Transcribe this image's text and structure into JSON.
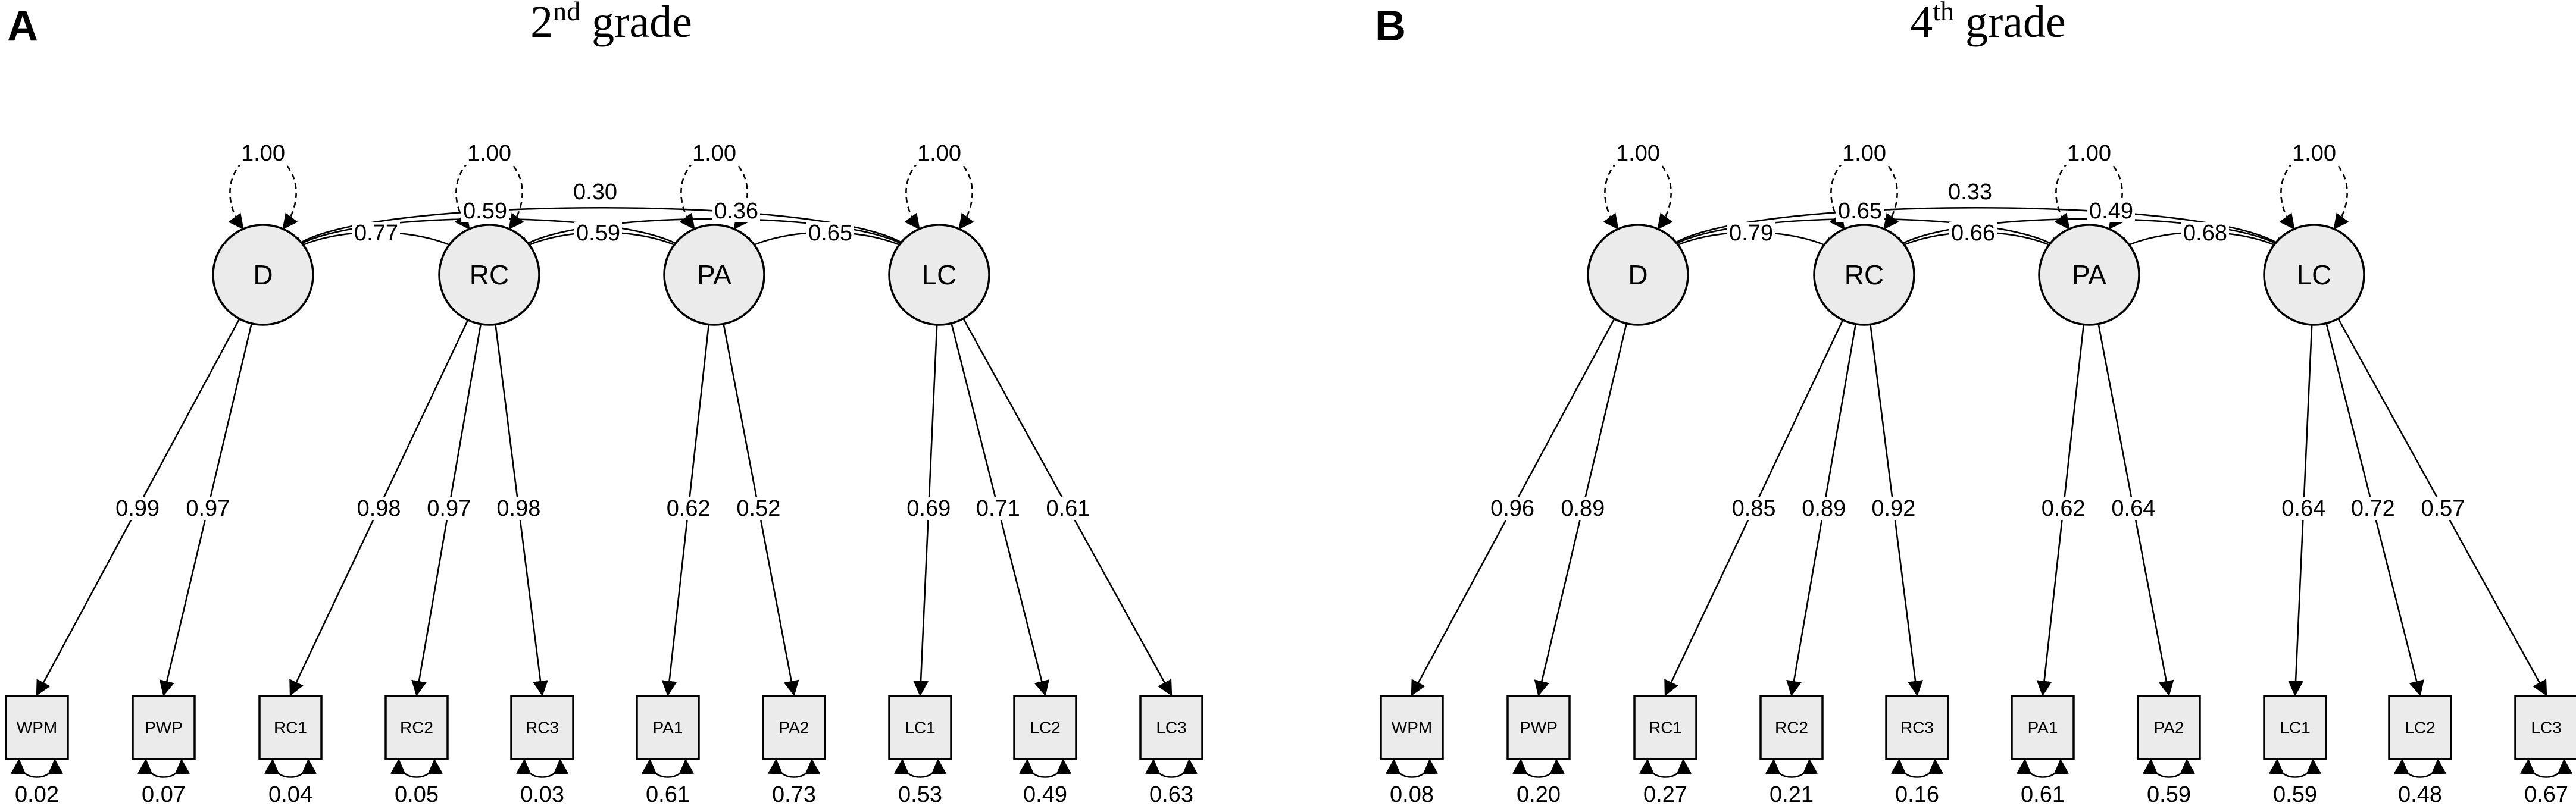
{
  "panels": [
    {
      "id": "A",
      "letter": "A",
      "title_main": "2",
      "title_sup": "nd",
      "title_rest": " grade",
      "latent": [
        {
          "id": "D",
          "label": "D",
          "variance": "1.00"
        },
        {
          "id": "RC",
          "label": "RC",
          "variance": "1.00"
        },
        {
          "id": "PA",
          "label": "PA",
          "variance": "1.00"
        },
        {
          "id": "LC",
          "label": "LC",
          "variance": "1.00"
        }
      ],
      "observed": [
        {
          "id": "WPM",
          "label": "WPM",
          "factor": "D",
          "loading": "0.99",
          "residual": "0.02"
        },
        {
          "id": "PWP",
          "label": "PWP",
          "factor": "D",
          "loading": "0.97",
          "residual": "0.07"
        },
        {
          "id": "RC1",
          "label": "RC1",
          "factor": "RC",
          "loading": "0.98",
          "residual": "0.04"
        },
        {
          "id": "RC2",
          "label": "RC2",
          "factor": "RC",
          "loading": "0.97",
          "residual": "0.05"
        },
        {
          "id": "RC3",
          "label": "RC3",
          "factor": "RC",
          "loading": "0.98",
          "residual": "0.03"
        },
        {
          "id": "PA1",
          "label": "PA1",
          "factor": "PA",
          "loading": "0.62",
          "residual": "0.61"
        },
        {
          "id": "PA2",
          "label": "PA2",
          "factor": "PA",
          "loading": "0.52",
          "residual": "0.73"
        },
        {
          "id": "LC1",
          "label": "LC1",
          "factor": "LC",
          "loading": "0.69",
          "residual": "0.53"
        },
        {
          "id": "LC2",
          "label": "LC2",
          "factor": "LC",
          "loading": "0.71",
          "residual": "0.49"
        },
        {
          "id": "LC3",
          "label": "LC3",
          "factor": "LC",
          "loading": "0.61",
          "residual": "0.63"
        }
      ],
      "correlations": [
        {
          "from": "D",
          "to": "RC",
          "value": "0.77"
        },
        {
          "from": "RC",
          "to": "PA",
          "value": "0.59"
        },
        {
          "from": "PA",
          "to": "LC",
          "value": "0.65"
        },
        {
          "from": "D",
          "to": "PA",
          "value": "0.59"
        },
        {
          "from": "RC",
          "to": "LC",
          "value": "0.36"
        },
        {
          "from": "D",
          "to": "LC",
          "value": "0.30"
        }
      ]
    },
    {
      "id": "B",
      "letter": "B",
      "title_main": "4",
      "title_sup": "th",
      "title_rest": " grade",
      "latent": [
        {
          "id": "D",
          "label": "D",
          "variance": "1.00"
        },
        {
          "id": "RC",
          "label": "RC",
          "variance": "1.00"
        },
        {
          "id": "PA",
          "label": "PA",
          "variance": "1.00"
        },
        {
          "id": "LC",
          "label": "LC",
          "variance": "1.00"
        }
      ],
      "observed": [
        {
          "id": "WPM",
          "label": "WPM",
          "factor": "D",
          "loading": "0.96",
          "residual": "0.08"
        },
        {
          "id": "PWP",
          "label": "PWP",
          "factor": "D",
          "loading": "0.89",
          "residual": "0.20"
        },
        {
          "id": "RC1",
          "label": "RC1",
          "factor": "RC",
          "loading": "0.85",
          "residual": "0.27"
        },
        {
          "id": "RC2",
          "label": "RC2",
          "factor": "RC",
          "loading": "0.89",
          "residual": "0.21"
        },
        {
          "id": "RC3",
          "label": "RC3",
          "factor": "RC",
          "loading": "0.92",
          "residual": "0.16"
        },
        {
          "id": "PA1",
          "label": "PA1",
          "factor": "PA",
          "loading": "0.62",
          "residual": "0.61"
        },
        {
          "id": "PA2",
          "label": "PA2",
          "factor": "PA",
          "loading": "0.64",
          "residual": "0.59"
        },
        {
          "id": "LC1",
          "label": "LC1",
          "factor": "LC",
          "loading": "0.64",
          "residual": "0.59"
        },
        {
          "id": "LC2",
          "label": "LC2",
          "factor": "LC",
          "loading": "0.72",
          "residual": "0.48"
        },
        {
          "id": "LC3",
          "label": "LC3",
          "factor": "LC",
          "loading": "0.57",
          "residual": "0.67"
        }
      ],
      "correlations": [
        {
          "from": "D",
          "to": "RC",
          "value": "0.79"
        },
        {
          "from": "RC",
          "to": "PA",
          "value": "0.66"
        },
        {
          "from": "PA",
          "to": "LC",
          "value": "0.68"
        },
        {
          "from": "D",
          "to": "PA",
          "value": "0.65"
        },
        {
          "from": "RC",
          "to": "LC",
          "value": "0.49"
        },
        {
          "from": "D",
          "to": "LC",
          "value": "0.33"
        }
      ]
    }
  ]
}
